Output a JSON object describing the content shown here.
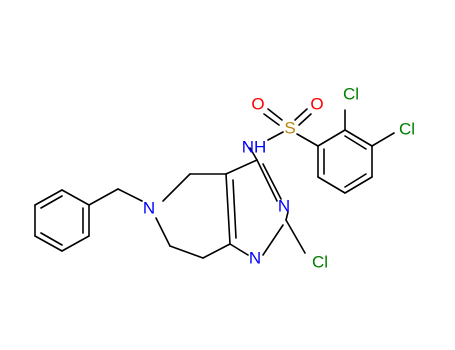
{
  "molecule": {
    "atoms": {
      "nh": "NH",
      "o_left": "O",
      "o_right": "O",
      "s": "S",
      "cl_ortho": "Cl",
      "cl_meta": "Cl",
      "n_ring_top": "N",
      "n_ring_bottom": "N",
      "n_piperidine": "N",
      "cl_pyrimidine": "Cl"
    },
    "colors": {
      "carbon_bond": "#000000",
      "nitrogen": "#0000ff",
      "oxygen": "#ff0000",
      "sulfur": "#b8860b",
      "chlorine": "#008000"
    }
  }
}
